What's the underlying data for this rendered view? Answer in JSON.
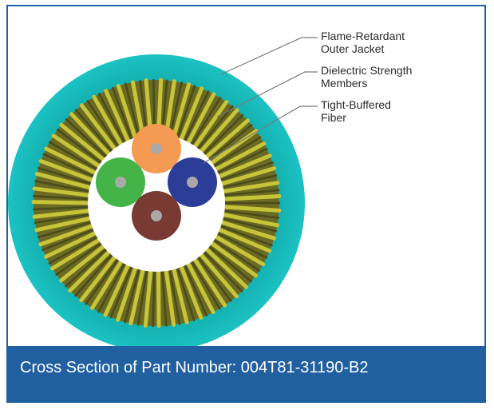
{
  "diagram": {
    "callouts": [
      {
        "line1": "Flame-Retardant",
        "line2": "Outer Jacket"
      },
      {
        "line1": "Dielectric Strength",
        "line2": "Members"
      },
      {
        "line1": "Tight-Buffered",
        "line2": "Fiber"
      }
    ],
    "colors": {
      "jacket": "#16b7b7",
      "strength_members": "#c8c43a",
      "strength_shadow": "#4a4a1c",
      "core": "#ffffff",
      "fiber_orange": "#f49a52",
      "fiber_green": "#44b448",
      "fiber_blue": "#2c3d98",
      "fiber_brown": "#7a3a34",
      "fiber_center": "#a9a9a9",
      "frame": "#2160a0"
    }
  },
  "caption": {
    "text": "Cross Section of Part Number: 004T81-31190-B2"
  }
}
